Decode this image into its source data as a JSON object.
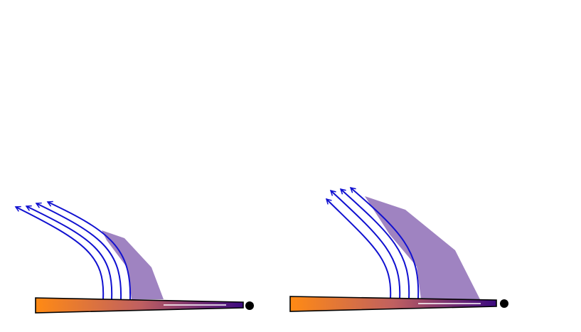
{
  "colors": {
    "background": "#ffffff",
    "flow_lines": "#1010d0",
    "wake_region": "#9f83c1",
    "plate_gradient_start": "#ff8a14",
    "plate_gradient_mid": "#c06060",
    "plate_gradient_end": "#3c0a80",
    "plate_outline": "#000000",
    "plate_highlight": "#ffffff",
    "pivot": "#000000"
  },
  "panels": [
    {
      "id": "left",
      "flow_line_count": 4,
      "has_arrowheads": true
    },
    {
      "id": "right",
      "flow_line_count": 4,
      "has_arrowheads": true
    }
  ]
}
